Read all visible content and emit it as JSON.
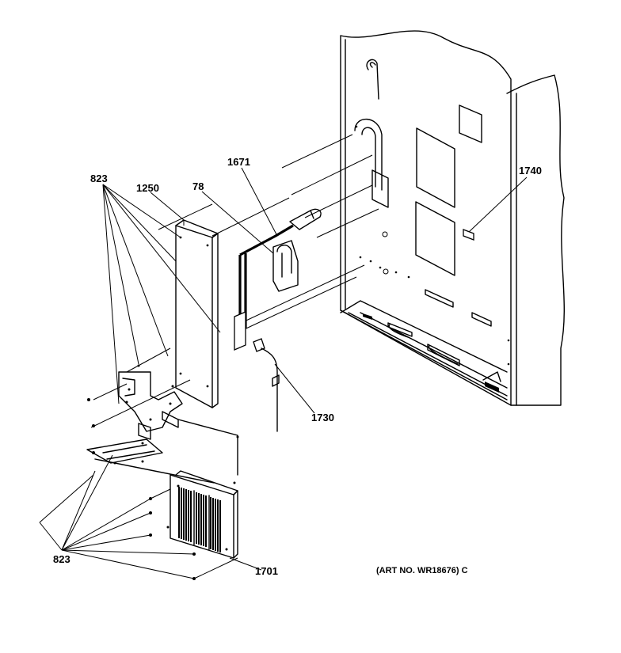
{
  "callouts": {
    "p823_top": "823",
    "p1250": "1250",
    "p78": "78",
    "p1671": "1671",
    "p1740": "1740",
    "p1730": "1730",
    "p823_bottom": "823",
    "p1701": "1701"
  },
  "art_number": "(ART NO. WR18676) C"
}
